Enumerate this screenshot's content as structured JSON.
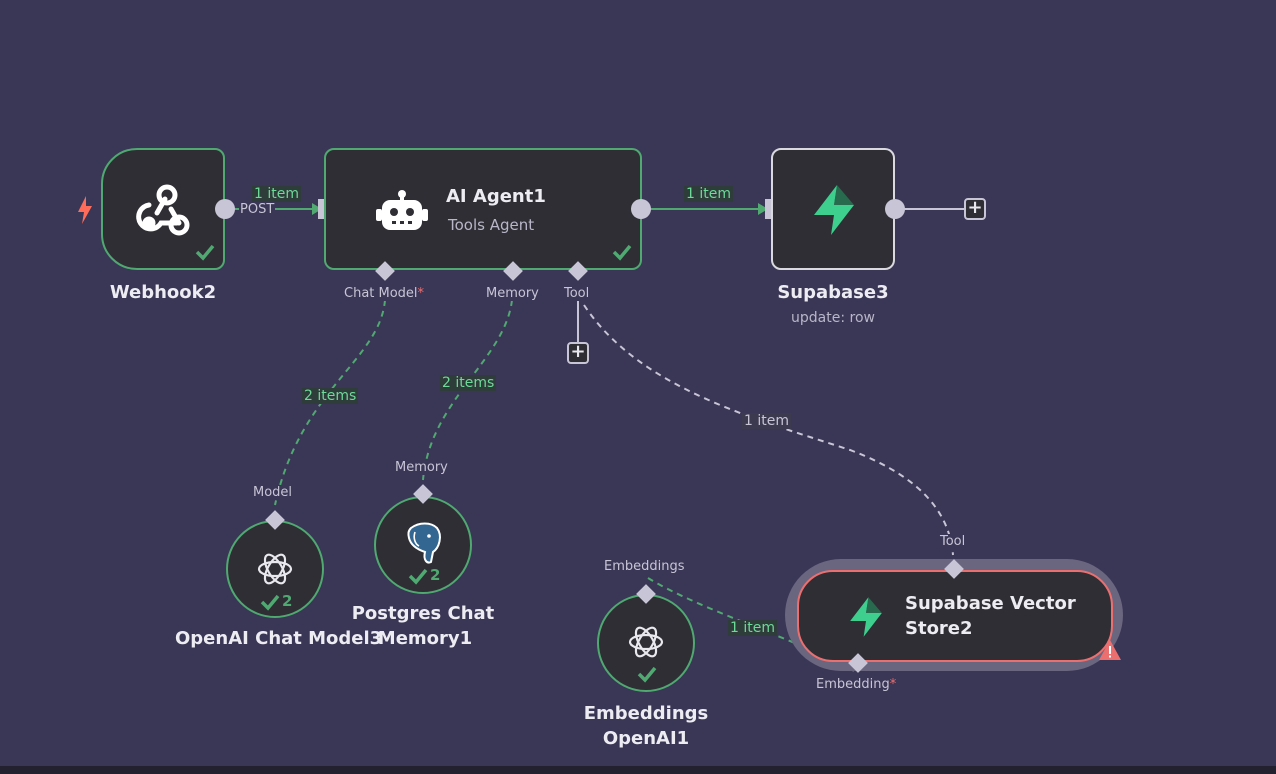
{
  "nodes": {
    "webhook": {
      "name": "Webhook2",
      "icon": "webhook-icon",
      "output_label": "POST"
    },
    "agent": {
      "name": "AI Agent1",
      "subtitle": "Tools Agent",
      "icon": "robot-icon",
      "ports": {
        "chat_model": "Chat Model",
        "chat_model_required": "*",
        "memory": "Memory",
        "tool": "Tool"
      }
    },
    "supabase3": {
      "name": "Supabase3",
      "subtitle": "update: row",
      "icon": "supabase-icon"
    },
    "openai_chat": {
      "name": "OpenAI Chat Model3",
      "input_label": "Model",
      "count": "2",
      "icon": "openai-icon"
    },
    "postgres": {
      "name_line1": "Postgres Chat",
      "name_line2": "Memory1",
      "input_label": "Memory",
      "count": "2",
      "icon": "postgres-elephant-icon"
    },
    "embeddings": {
      "name_line1": "Embeddings",
      "name_line2": "OpenAI1",
      "input_label": "Embeddings",
      "icon": "openai-icon"
    },
    "vector_store": {
      "name_line1": "Supabase Vector",
      "name_line2": "Store2",
      "tool_label": "Tool",
      "embedding_label": "Embedding",
      "embedding_required": "*",
      "icon": "supabase-icon",
      "warning_icon": "warning-triangle-icon"
    }
  },
  "edges": {
    "webhook_to_agent": "1 item",
    "agent_to_supabase": "1 item",
    "chat_model": "2 items",
    "memory": "2 items",
    "tool": "1 item",
    "embedding": "1 item"
  },
  "colors": {
    "canvas": "#3a3655",
    "success": "#4fa971",
    "error": "#ec6f6f",
    "trigger": "#ff6d5a",
    "supabase": "#3ecf8e"
  }
}
